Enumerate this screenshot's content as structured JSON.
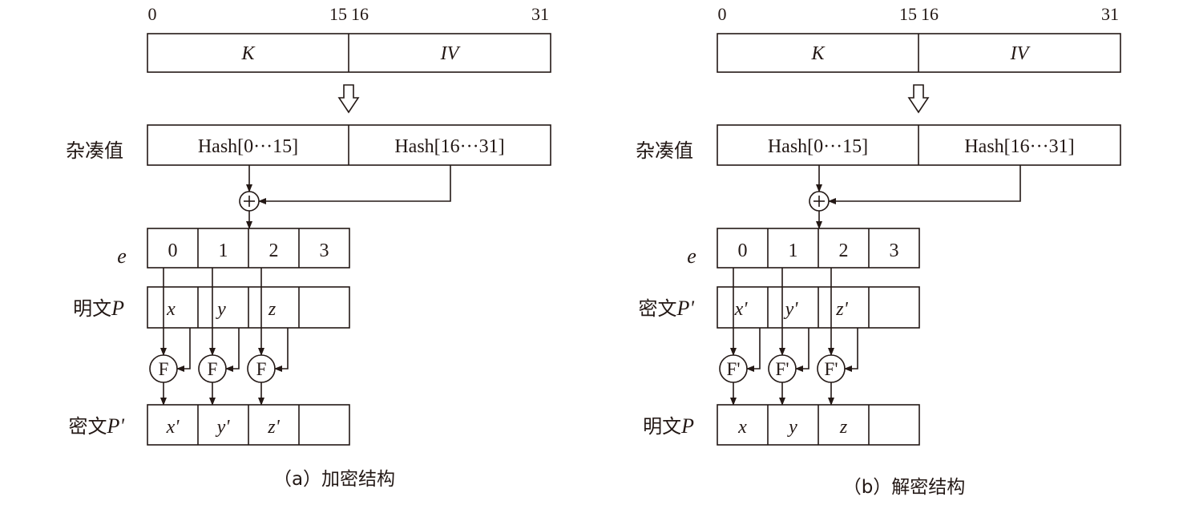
{
  "colors": {
    "ink": "#231815",
    "background": "#ffffff"
  },
  "panels": [
    {
      "id": "encryption",
      "bit_labels": [
        "0",
        "15",
        "16",
        "31"
      ],
      "key_box": [
        "K",
        "IV"
      ],
      "hash_label": "杂凑值",
      "hash_box": [
        "Hash[0···15]",
        "Hash[16···31]"
      ],
      "xor_symbol": "+",
      "e_label": "e",
      "e_cells": [
        "0",
        "1",
        "2",
        "3"
      ],
      "input_label": {
        "prefix": "明文",
        "var": "P"
      },
      "input_cells": [
        "x",
        "y",
        "z",
        ""
      ],
      "func_symbol": "F",
      "output_label": {
        "prefix": "密文",
        "var": "P'"
      },
      "output_cells": [
        "x'",
        "y'",
        "z'",
        ""
      ],
      "caption": "（a）加密结构"
    },
    {
      "id": "decryption",
      "bit_labels": [
        "0",
        "15",
        "16",
        "31"
      ],
      "key_box": [
        "K",
        "IV"
      ],
      "hash_label": "杂凑值",
      "hash_box": [
        "Hash[0···15]",
        "Hash[16···31]"
      ],
      "xor_symbol": "+",
      "e_label": "e",
      "e_cells": [
        "0",
        "1",
        "2",
        "3"
      ],
      "input_label": {
        "prefix": "密文",
        "var": "P'"
      },
      "input_cells": [
        "x'",
        "y'",
        "z'",
        ""
      ],
      "func_symbol": "F'",
      "output_label": {
        "prefix": "明文",
        "var": "P"
      },
      "output_cells": [
        "x",
        "y",
        "z",
        ""
      ],
      "caption": "（b）解密结构"
    }
  ]
}
